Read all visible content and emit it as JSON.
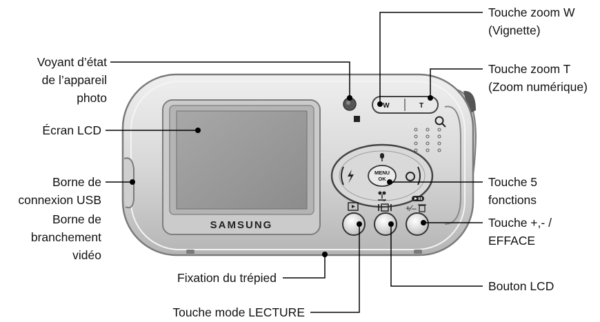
{
  "labels": {
    "status_lamp": [
      "Voyant d’état",
      "de l’appareil",
      "photo"
    ],
    "lcd_screen": "Écran LCD",
    "usb_terminal": [
      "Borne de",
      "connexion USB"
    ],
    "video_terminal": [
      "Borne de",
      "branchement",
      "vidéo"
    ],
    "tripod": "Fixation du trépied",
    "play_mode": "Touche mode LECTURE",
    "zoom_w": [
      "Touche zoom W",
      "(Vignette)"
    ],
    "zoom_t": [
      "Touche zoom T",
      "(Zoom numérique)"
    ],
    "five_function": [
      "Touche 5",
      "fonctions"
    ],
    "plus_minus_delete": [
      "Touche +,- /",
      "EFFACE"
    ],
    "lcd_button": "Bouton LCD"
  },
  "camera": {
    "brand": "SAMSUNG",
    "zoom_w_key": "W",
    "zoom_t_key": "T",
    "menu_ok": [
      "MENU",
      "OK"
    ]
  },
  "colors": {
    "body": "#d6d6d6",
    "body_edge": "#8a8a8a",
    "screen": "#9a9a9a",
    "leader": "#000000"
  }
}
